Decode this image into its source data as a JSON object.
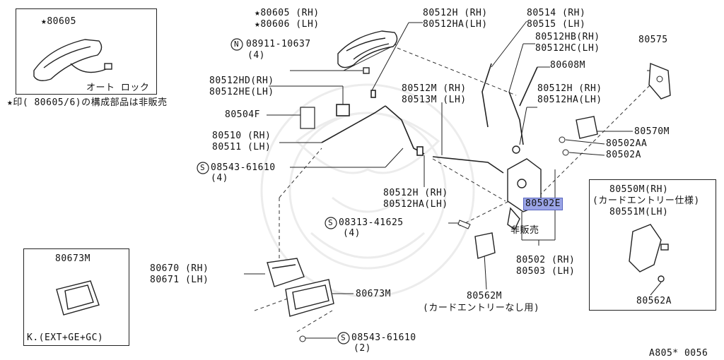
{
  "labels": {
    "p80605_star": "★80605",
    "auto_lock": "オート ロック",
    "star_note": "★印( 80605/6)の構成部品は非販売",
    "p80605_rh": "★80605 (RH)",
    "p80606_lh": "★80606 (LH)",
    "n08911": "08911-10637",
    "n08911_qty": "(4)",
    "p80512hd": "80512HD(RH)",
    "p80512he": "80512HE(LH)",
    "p80504f": "80504F",
    "p80510": "80510 (RH)",
    "p80511": "80511 (LH)",
    "s08543_top": "08543-61610",
    "s08543_top_qty": "(4)",
    "p80512h_top": "80512H (RH)",
    "p80512ha_top": "80512HA(LH)",
    "p80514": "80514 (RH)",
    "p80515": "80515 (LH)",
    "p80512hb": "80512HB(RH)",
    "p80512hc": "80512HC(LH)",
    "p80575": "80575",
    "p80608m": "80608M",
    "p80512m": "80512M (RH)",
    "p80513m": "80513M (LH)",
    "p80512h_right": "80512H (RH)",
    "p80512ha_right": "80512HA(LH)",
    "p80570m": "80570M",
    "p80502aa": "80502AA",
    "p80502a": "80502A",
    "p80512h_mid": "80512H (RH)",
    "p80512ha_mid": "80512HA(LH)",
    "p80502e": "80502E",
    "not_sold": "非販売",
    "s08313": "08313-41625",
    "s08313_qty": "(4)",
    "p80502": "80502 (RH)",
    "p80503": "80503 (LH)",
    "p80550m": "80550M(RH)",
    "card_entry_spec": "(カードエントリー仕様)",
    "p80551m": "80551M(LH)",
    "p80562a": "80562A",
    "p80673m_box": "80673M",
    "k_ext": "K.(EXT+GE+GC)",
    "p80670": "80670 (RH)",
    "p80671": "80671 (LH)",
    "p80673m": "80673M",
    "p80562m": "80562M",
    "no_card_entry": "(カードエントリーなし用)",
    "s08543_bottom": "08543-61610",
    "s08543_bottom_qty": "(2)",
    "diagram_code": "A805* 0056",
    "s_mark": "S",
    "n_mark": "N"
  },
  "colors": {
    "highlight": "#9aa4e6",
    "line": "#222222",
    "watermark": "#e8e8e8"
  }
}
